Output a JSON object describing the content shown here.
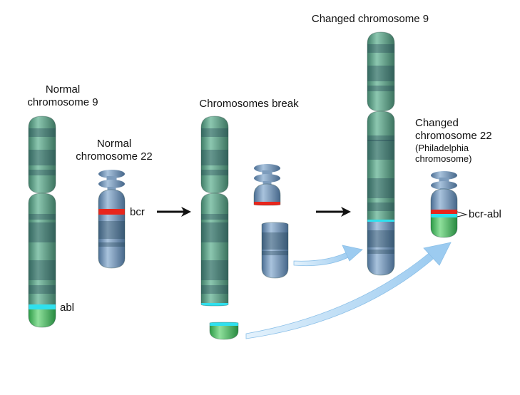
{
  "labels": {
    "normal9": [
      "Normal",
      "chromosome 9"
    ],
    "normal22": [
      "Normal",
      "chromosome 22"
    ],
    "break": "Chromosomes break",
    "changed9": "Changed chromosome 9",
    "changed22": [
      "Changed",
      "chromosome 22"
    ],
    "philadelphia": [
      "(Philadelphia",
      "chromosome)"
    ],
    "bcr": "bcr",
    "abl": "abl",
    "bcr_abl": "bcr-abl"
  },
  "colors": {
    "chr9": "#5f9e86",
    "chr22": "#6f93b8",
    "bcr": "#e8261c",
    "abl": "#2fe0ee",
    "abl_segment": "#3fbf5f",
    "curved_arrow": "#a9d3f2",
    "arrow": "#111111"
  }
}
